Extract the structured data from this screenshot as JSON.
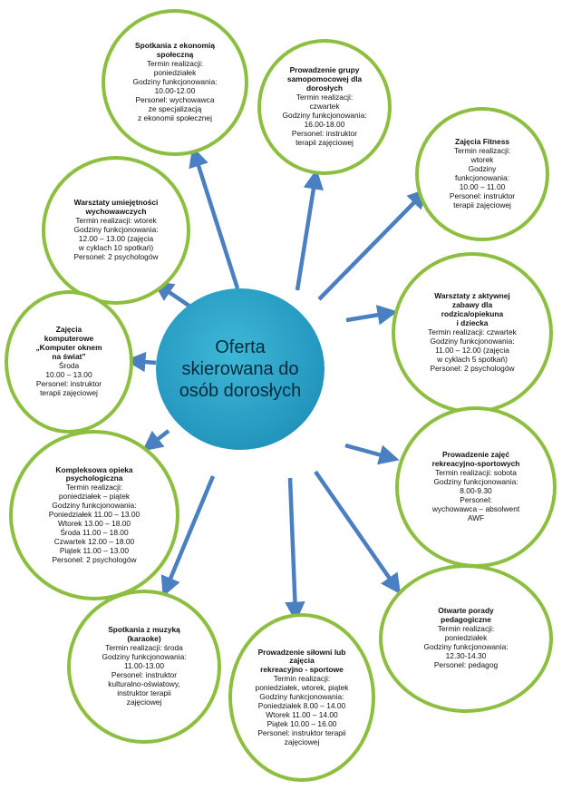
{
  "colors": {
    "arrow": "#4a7fc1",
    "circle_border": "#8cbf3f",
    "center_fill": "#2496be"
  },
  "center": {
    "title": "Oferta\nskierowana do\nosób dorosłych"
  },
  "nodes": [
    {
      "title": "Spotkania z ekonomią\nspołeczną",
      "lines": [
        "Termin realizacji:\nponiedziałek",
        "Godziny funkcjonowania:\n10.00-12.00",
        "Personel: wychowawca\nze specjalizacją\nz ekonomii społecznej"
      ]
    },
    {
      "title": "Prowadzenie grupy\nsamopomocowej dla\ndorosłych",
      "lines": [
        "Termin realizacji:\nczwartek",
        "Godziny funkcjonowania:\n16.00-18.00",
        "Personel: instruktor\nterapii zajęciowej"
      ]
    },
    {
      "title": "Zajęcia Fitness",
      "lines": [
        "Termin realizacji:\nwtorek",
        "Godziny\nfunkcjonowania:\n10.00 – 11.00",
        "Personel: instruktor\nterapii zajęciowej"
      ]
    },
    {
      "title": "Warsztaty umiejętności\nwychowawczych",
      "lines": [
        "Termin realizacji: wtorek",
        "Godziny funkcjonowania:\n12.00 – 13.00 (zajęcia\nw cyklach 10 spotkań)",
        "Personel: 2 psychologów"
      ]
    },
    {
      "title": "Warsztaty z aktywnej\nzabawy dla\nrodzica/opiekuna\ni dziecka",
      "lines": [
        "Termin realizacji: czwartek",
        "Godziny funkcjonowania:\n11.00 – 12.00 (zajęcia\nw cyklach 5 spotkań)",
        "Personel: 2 psychologów"
      ]
    },
    {
      "title": "Zajęcia\nkomputerowe\n„Komputer oknem\nna świat”",
      "lines": [
        "Środa\n10.00 – 13.00",
        "Personel: instruktor\nterapii zajęciowej"
      ]
    },
    {
      "title": "Prowadzenie zajęć\nrekreacyjno-sportowych",
      "lines": [
        "Termin realizacji: sobota",
        "Godziny funkcjonowania:\n8.00-9.30",
        "Personel:\nwychowawca – absolwent\nAWF"
      ]
    },
    {
      "title": "Kompleksowa opieka\npsychologiczna",
      "lines": [
        "Termin realizacji:\nponiedziałek – piątek",
        "Godziny funkcjonowania:\nPoniedziałek 11.00 – 13.00\nWtorek 13.00 – 18.00\nŚroda 11.00 – 18.00\nCzwartek 12.00 – 18.00\nPiątek 11.00 – 13.00",
        "Personel: 2 psychologów"
      ]
    },
    {
      "title": "Otwarte porady\npedagogiczne",
      "lines": [
        "Termin realizacji:\nponiedziałek",
        "Godziny funkcjonowania:\n12.30-14.30",
        "Personel: pedagog"
      ]
    },
    {
      "title": "Spotkania z muzyką\n(karaoke)",
      "lines": [
        "Termin realizacji: środa",
        "Godziny funkcjonowania:\n11.00-13.00",
        "Personel: instruktor\nkulturalno-oświatowy,\ninstruktor terapii\nzajęciowej"
      ]
    },
    {
      "title": "Prowadzenie siłowni lub\nzajęcia\nrekreacyjno - sportowe",
      "lines": [
        "Termin realizacji:\nponiedziałek, wtorek, piątek",
        "Godziny funkcjonowania:\nPoniedziałek 8.00 – 14.00\nWtorek 11.00 – 14.00\nPiątek 10.00 – 16.00",
        "Personel: instruktor terapii\nzajęciowej"
      ]
    }
  ]
}
